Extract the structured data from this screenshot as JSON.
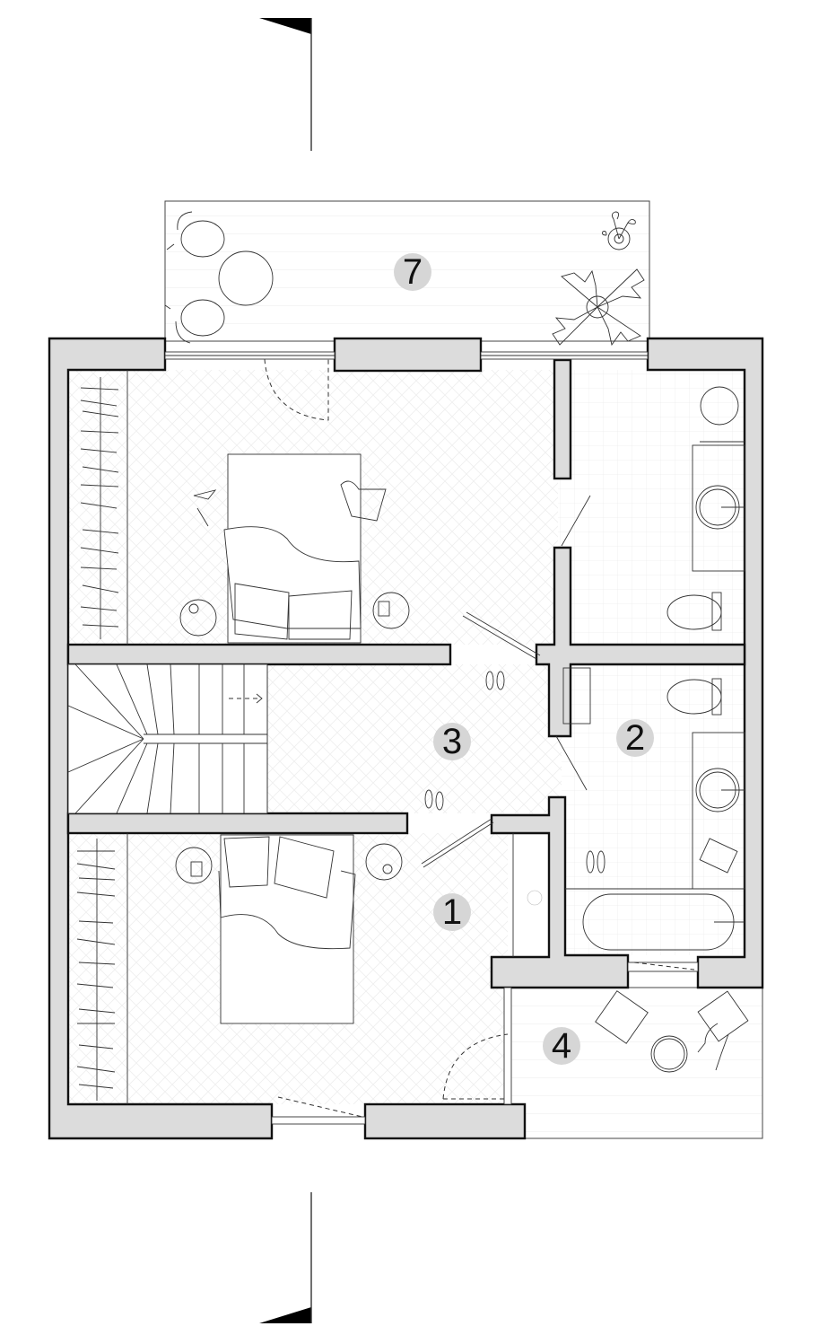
{
  "drawing": {
    "type": "architectural floor plan",
    "level": "upper floor",
    "section_markers": [
      {
        "position": "top",
        "orientation": "pointing left"
      },
      {
        "position": "bottom",
        "orientation": "pointing left"
      }
    ]
  },
  "rooms": [
    {
      "id": "1",
      "label": "1",
      "kind": "bedroom",
      "furniture": [
        "double bed",
        "two nightstands",
        "wardrobe",
        "side table"
      ]
    },
    {
      "id": "2",
      "label": "2",
      "kind": "bathroom",
      "furniture": [
        "toilet",
        "vanity with sink",
        "bathtub",
        "towel rack",
        "slippers"
      ]
    },
    {
      "id": "3",
      "label": "3",
      "kind": "hallway",
      "furniture": [
        "staircase",
        "slippers"
      ]
    },
    {
      "id": "4",
      "label": "4",
      "kind": "balcony",
      "furniture": [
        "two chairs",
        "round table",
        "seated person"
      ]
    },
    {
      "id": "7",
      "label": "7",
      "kind": "terrace",
      "furniture": [
        "round table",
        "two chairs",
        "potted plants"
      ]
    }
  ],
  "unlabeled_rooms": [
    {
      "kind": "bedroom",
      "furniture": [
        "double bed",
        "two nightstands",
        "wardrobe",
        "person reading",
        "shoes"
      ]
    },
    {
      "kind": "bathroom",
      "furniture": [
        "two sinks",
        "toilet",
        "vanity"
      ]
    }
  ],
  "colors": {
    "wall_fill": "#dcdcdc",
    "wall_stroke": "#111111",
    "label_circle": "#d6d6d6",
    "background": "#ffffff"
  }
}
